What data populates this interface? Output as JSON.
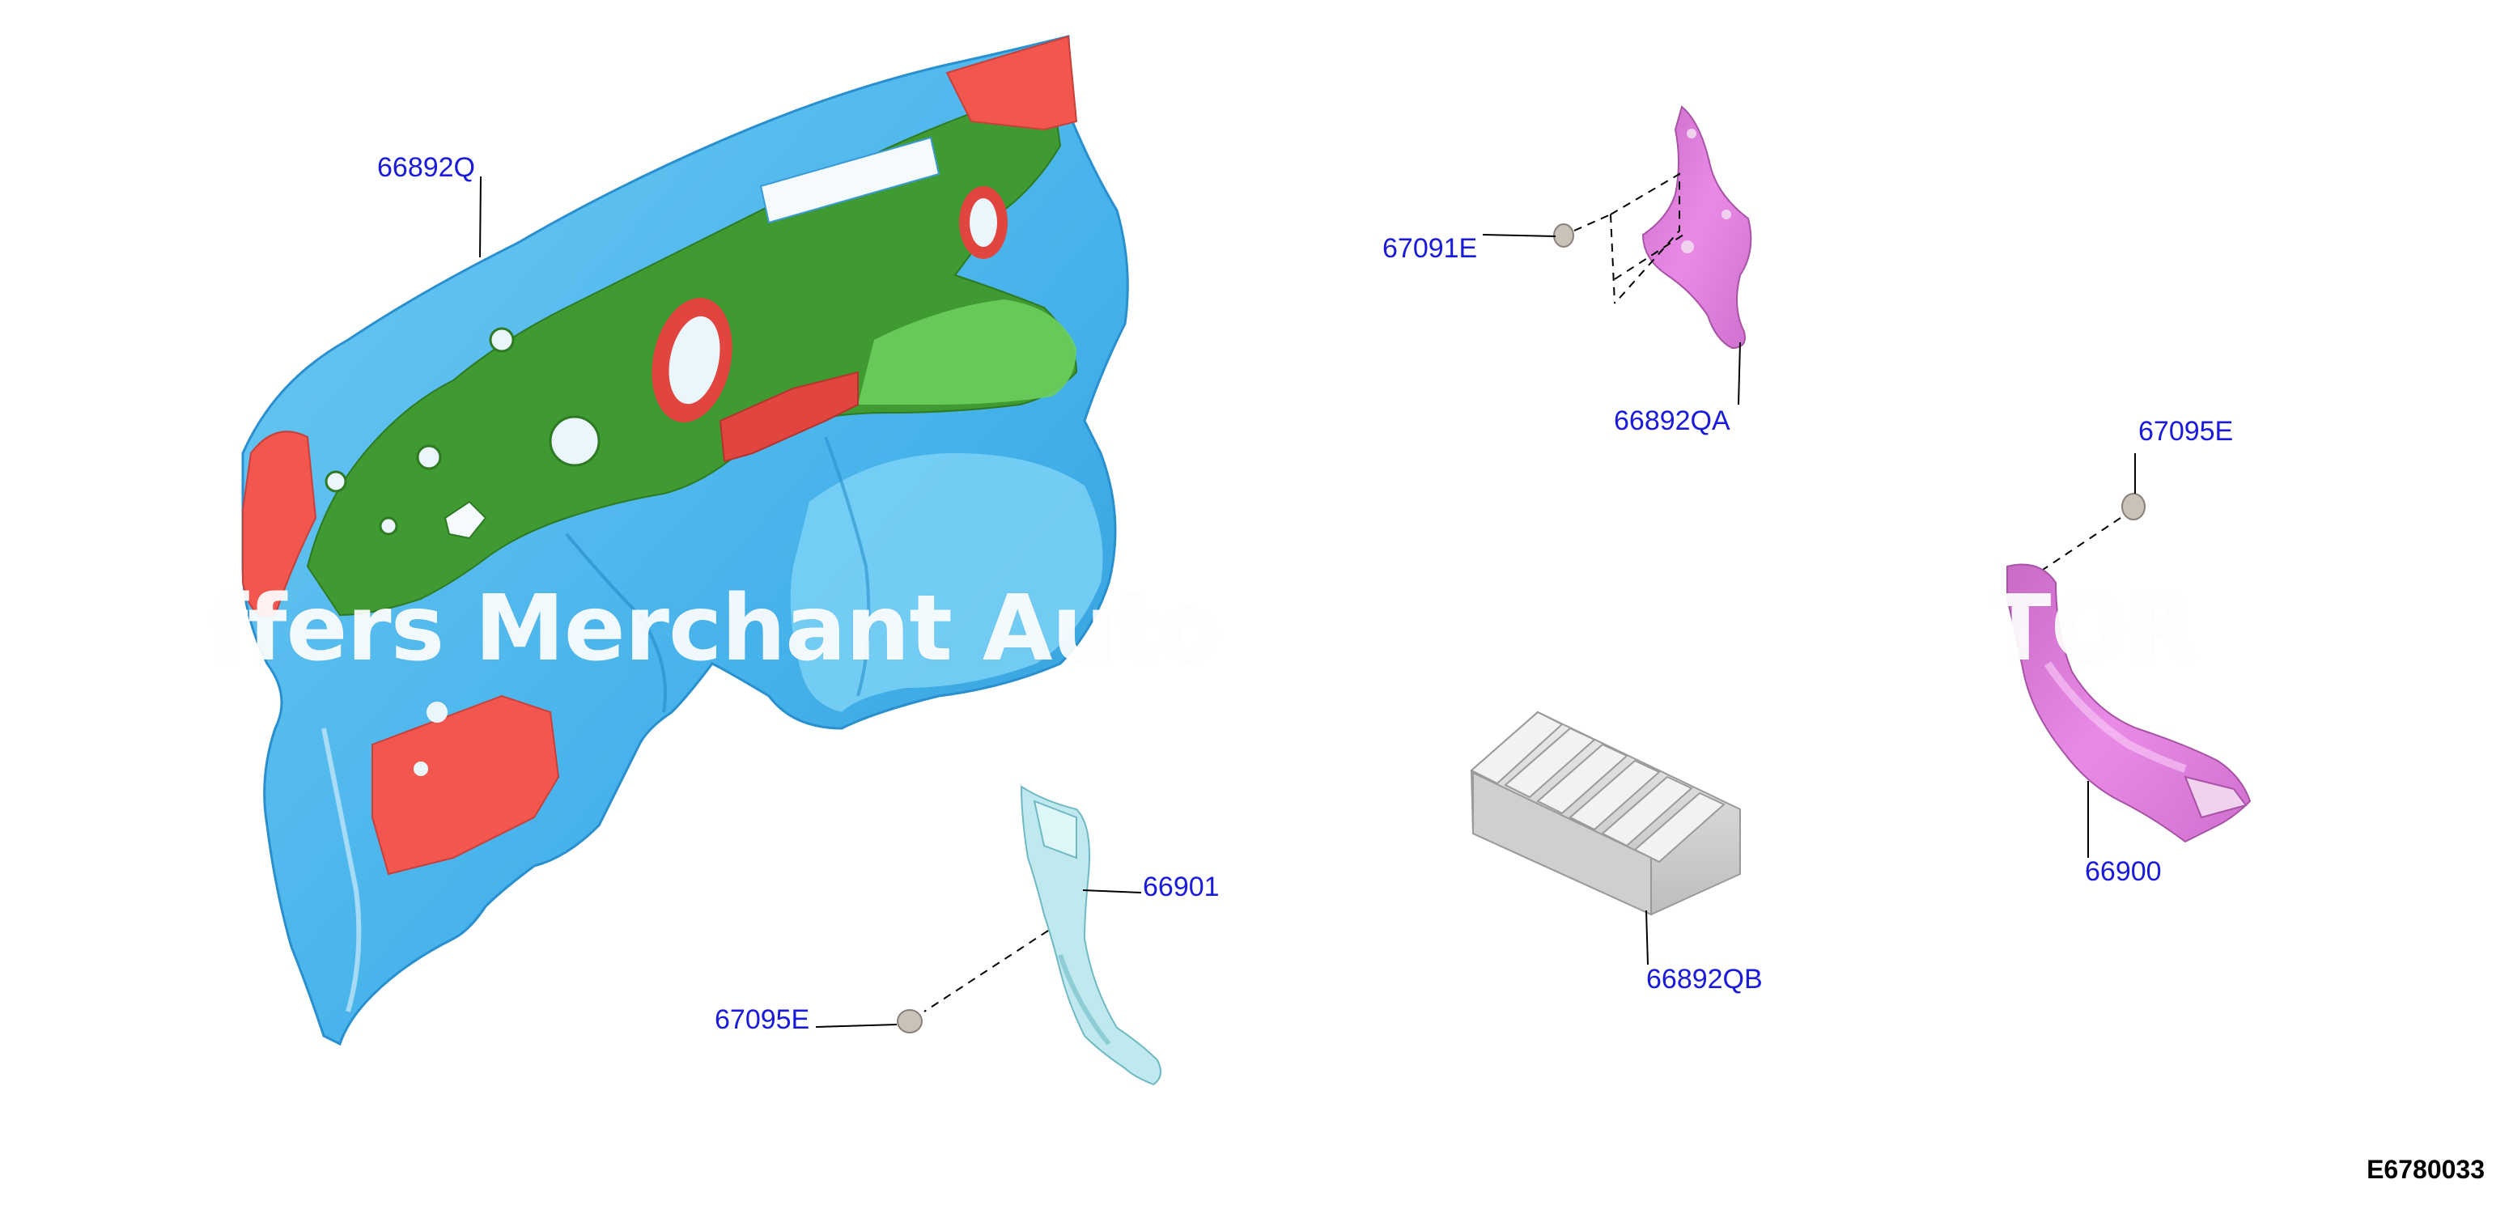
{
  "diagram": {
    "figure_id": "E6780033",
    "watermark": "ffers Merchant Auto",
    "watermark_end": "TOR",
    "callouts": [
      {
        "id": "dash-insulator",
        "label": "66892Q"
      },
      {
        "id": "retainer-upper",
        "label": "67091E"
      },
      {
        "id": "bracket-upper",
        "label": "66892QA"
      },
      {
        "id": "retainer-right",
        "label": "67095E"
      },
      {
        "id": "panel-left",
        "label": "66901"
      },
      {
        "id": "retainer-lower",
        "label": "67095E"
      },
      {
        "id": "foam-block",
        "label": "66892QB"
      },
      {
        "id": "panel-right",
        "label": "66900"
      }
    ],
    "colors": {
      "callout_text": "#1a1adb",
      "insulator_blue": "#4ab8ef",
      "insulator_green": "#3f9a32",
      "insulator_red": "#f2574f",
      "bracket_pink": "#d98ad0",
      "panel_right_pink": "#e07ede",
      "panel_left_cyan": "#bfe9ee",
      "foam_grey": "#d9d9d9",
      "retainer_grey": "#c9c2b8"
    }
  }
}
